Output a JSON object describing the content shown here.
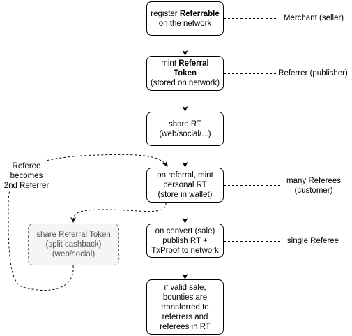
{
  "steps": [
    {
      "id": "register",
      "lines": [
        [
          {
            "t": "register "
          },
          {
            "t": "Referrable",
            "b": true
          }
        ],
        [
          {
            "t": "on the network"
          }
        ]
      ]
    },
    {
      "id": "mint",
      "lines": [
        [
          {
            "t": "mint "
          },
          {
            "t": "Referral",
            "b": true
          }
        ],
        [
          {
            "t": "Token",
            "b": true
          }
        ],
        [
          {
            "t": "(stored on network)"
          }
        ]
      ]
    },
    {
      "id": "share",
      "lines": [
        [
          {
            "t": "share RT"
          }
        ],
        [
          {
            "t": "(web/social/...)"
          }
        ]
      ]
    },
    {
      "id": "on-referral",
      "lines": [
        [
          {
            "t": "on referral, mint"
          }
        ],
        [
          {
            "t": "personal RT"
          }
        ],
        [
          {
            "t": "(store in wallet)"
          }
        ]
      ]
    },
    {
      "id": "on-convert",
      "lines": [
        [
          {
            "t": "on convert (sale)"
          }
        ],
        [
          {
            "t": "publish RT +"
          }
        ],
        [
          {
            "t": "TxProof to network"
          }
        ]
      ]
    },
    {
      "id": "valid-sale",
      "lines": [
        [
          {
            "t": "if valid sale,"
          }
        ],
        [
          {
            "t": "bounties are"
          }
        ],
        [
          {
            "t": "transferred to"
          }
        ],
        [
          {
            "t": "referrers and"
          }
        ],
        [
          {
            "t": "referees in RT"
          }
        ]
      ]
    }
  ],
  "side_box": {
    "lines": [
      [
        {
          "t": "share Referral Token"
        }
      ],
      [
        {
          "t": "(split cashback)"
        }
      ],
      [
        {
          "t": "(web/social)"
        }
      ]
    ]
  },
  "roles": {
    "merchant": "Merchant (seller)",
    "referrer": "Referrer (publisher)",
    "many_referees": "many Referees\n(customer)",
    "single_referee": "single Referee"
  },
  "loop_label": "Referee\nbecomes\n2nd Referrer",
  "colors": {
    "stroke": "#000000",
    "side_fill": "#f5f5f5",
    "side_stroke": "#666666",
    "side_text": "#555555"
  }
}
